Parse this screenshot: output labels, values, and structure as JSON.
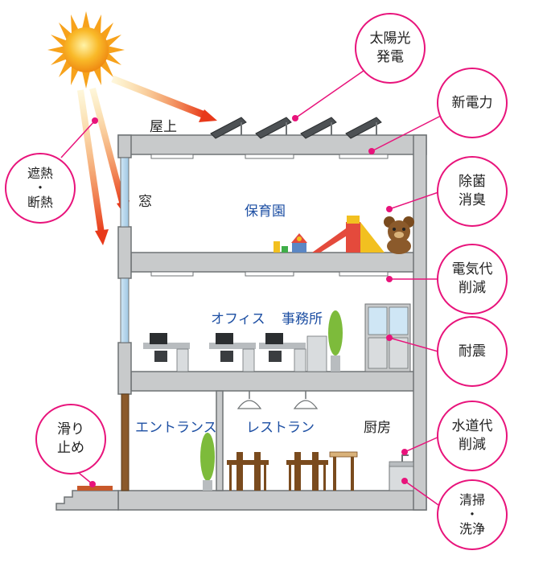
{
  "labels": {
    "rooftop": "屋上",
    "window": "窓",
    "nursery": "保育園",
    "office": "オフィス",
    "office_place": "事務所",
    "entrance": "エントランス",
    "restaurant": "レストラン",
    "kitchen": "厨房"
  },
  "callouts": [
    {
      "text": "太陽光\n発電"
    },
    {
      "text": "新電力"
    },
    {
      "text": "除菌\n消臭"
    },
    {
      "text": "電気代\n削減"
    },
    {
      "text": "耐震"
    },
    {
      "text": "水道代\n削減"
    },
    {
      "text": "清掃\n・\n洗浄"
    },
    {
      "text": "遮熱\n・\n断熱"
    },
    {
      "text": "滑り\n止め"
    }
  ],
  "colors": {
    "accent": "#e8137b",
    "building": "#c8cacb",
    "building_outline": "#6f7375",
    "room_text_blue": "#1d4fa3",
    "sun": "#f7a21b",
    "arrow": "#e8391a"
  }
}
